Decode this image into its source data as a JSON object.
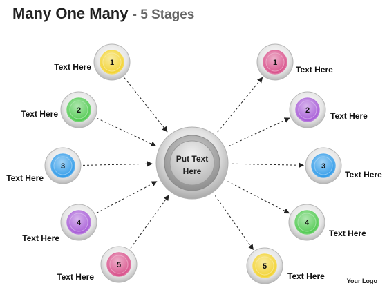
{
  "title": {
    "main": "Many One Many",
    "sub": "- 5 Stages"
  },
  "center": {
    "line1": "Put Text",
    "line2": "Here"
  },
  "left_nodes": [
    {
      "number": "1",
      "label": "Text Here",
      "color": "#f2d22e"
    },
    {
      "number": "2",
      "label": "Text Here",
      "color": "#4fc94f"
    },
    {
      "number": "3",
      "label": "Text Here",
      "color": "#2f9ae8"
    },
    {
      "number": "4",
      "label": "Text Here",
      "color": "#a65ad6"
    },
    {
      "number": "5",
      "label": "Text Here",
      "color": "#d8508a"
    }
  ],
  "right_nodes": [
    {
      "number": "1",
      "label": "Text Here",
      "color": "#d8508a"
    },
    {
      "number": "2",
      "label": "Text Here",
      "color": "#a65ad6"
    },
    {
      "number": "3",
      "label": "Text Here",
      "color": "#2f9ae8"
    },
    {
      "number": "4",
      "label": "Text Here",
      "color": "#4fc94f"
    },
    {
      "number": "5",
      "label": "Text Here",
      "color": "#f2d22e"
    }
  ],
  "logo": "Your Logo"
}
